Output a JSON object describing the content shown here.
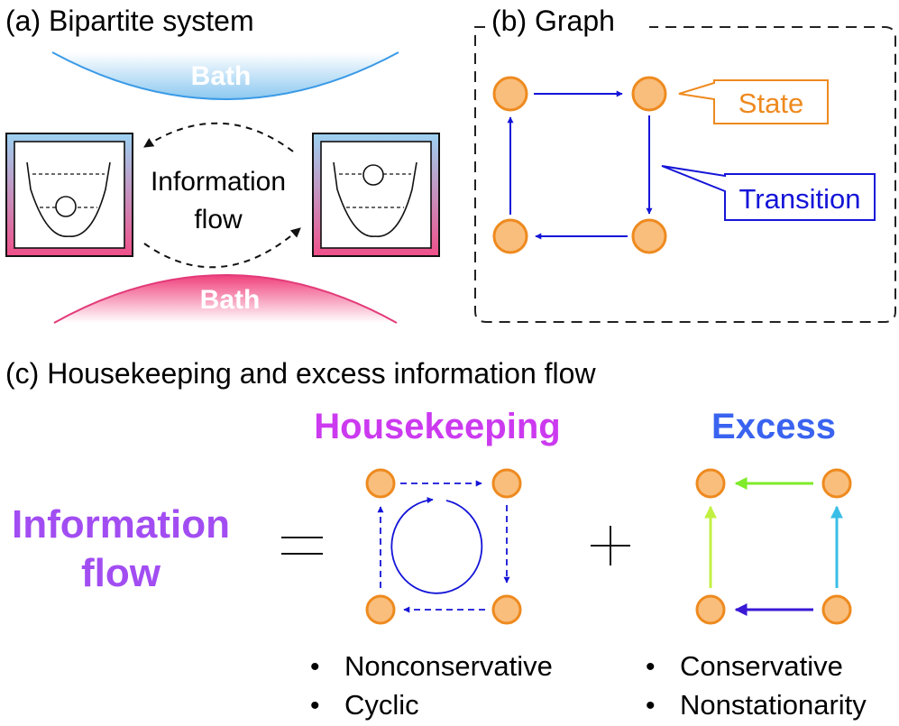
{
  "panel_a": {
    "title": "(a) Bipartite system",
    "bath_top_label": "Bath",
    "bath_bottom_label": "Bath",
    "flow_label_line1": "Information",
    "flow_label_line2": "flow"
  },
  "panel_b": {
    "title": "(b) Graph",
    "state_callout": "State",
    "transition_callout": "Transition"
  },
  "panel_c": {
    "title": "(c) Housekeeping and excess information flow",
    "lhs_line1": "Information",
    "lhs_line2": "flow",
    "equals_symbol": "=",
    "plus_symbol": "+",
    "housekeeping_title": "Housekeeping",
    "excess_title": "Excess",
    "housekeeping_bullets": [
      "Nonconservative",
      "Cyclic"
    ],
    "excess_bullets": [
      "Conservative",
      "Nonstationarity"
    ],
    "bullet_char": "•"
  },
  "colors": {
    "node_fill": "#F9BE7C",
    "node_stroke": "#EE8A1F",
    "transition_blue": "#1414D8",
    "housekeeping": "#CC3AF0",
    "excess": "#3A63F0",
    "information_flow": "#A24DF2",
    "bath_top": "#8CC8F0",
    "bath_bottom": "#F0407C",
    "excess_green": "#7FEB2A",
    "excess_lime": "#C2F042",
    "excess_cyan": "#3ABEE6",
    "excess_indigo": "#3A18D6"
  }
}
